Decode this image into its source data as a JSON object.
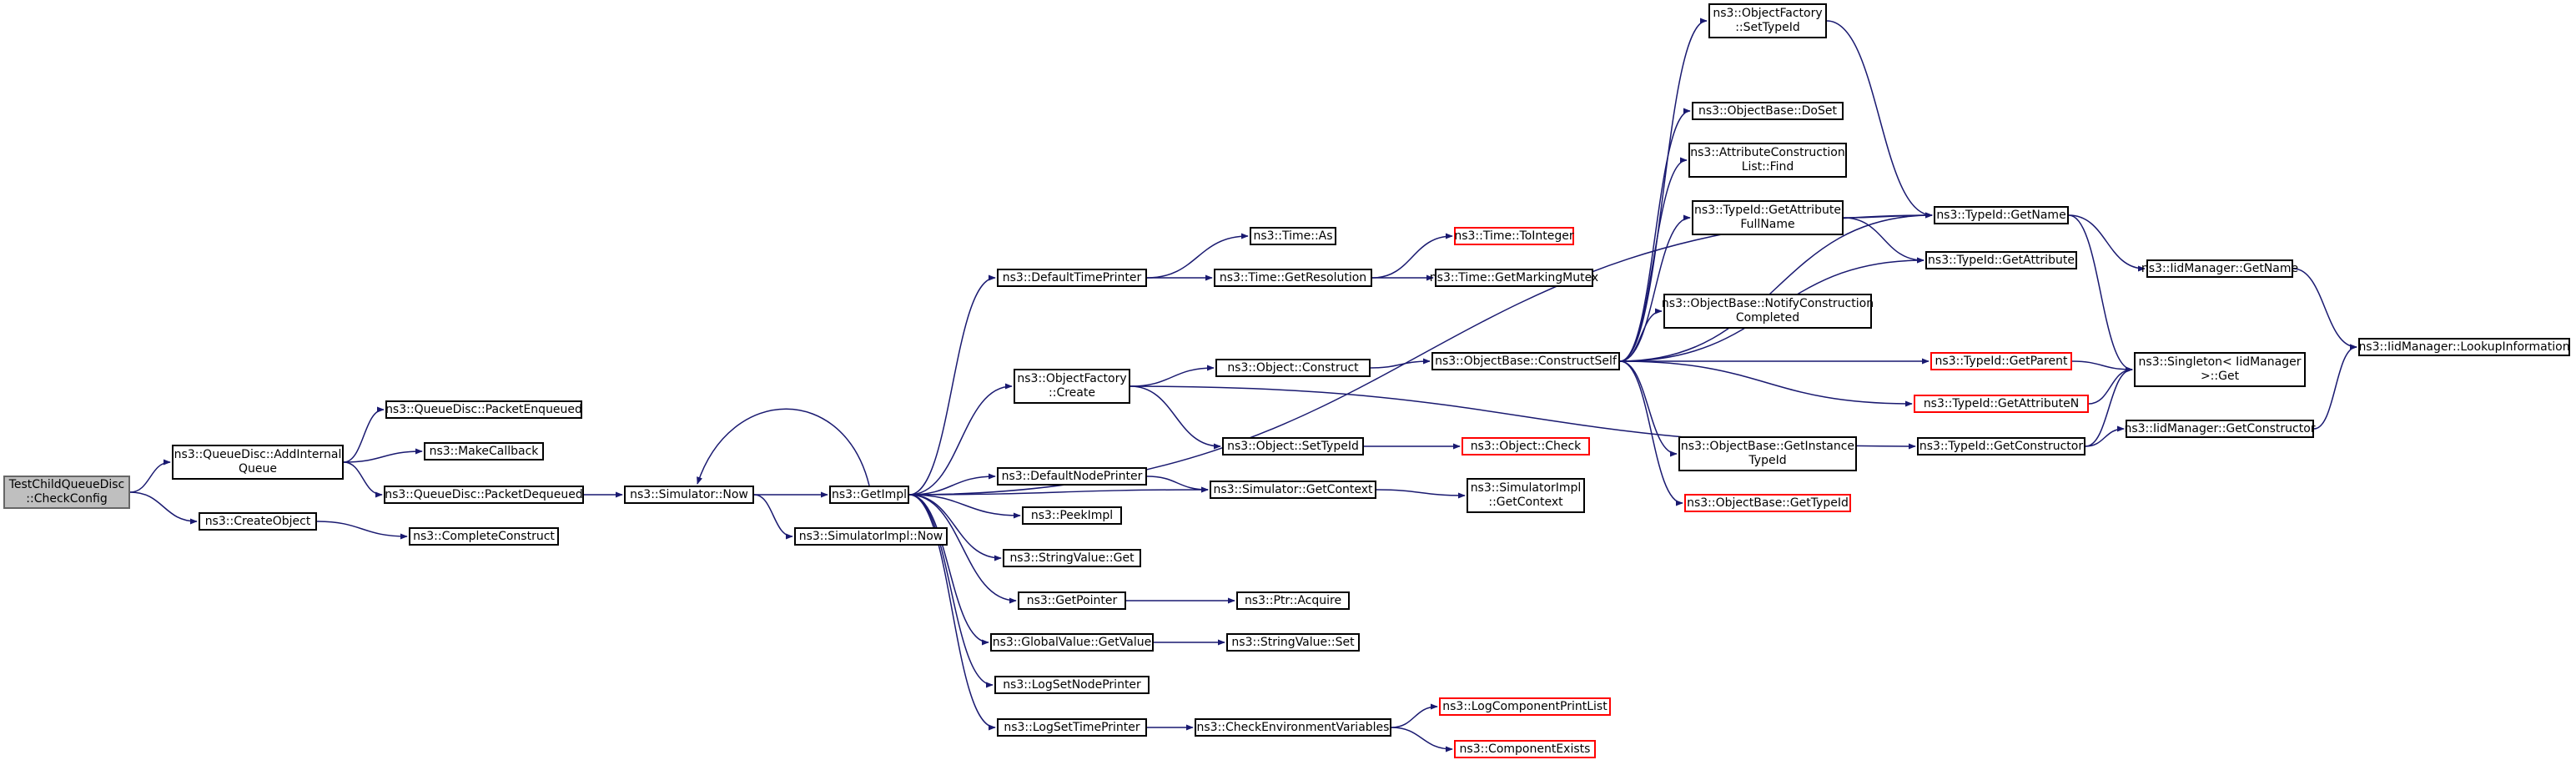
{
  "graph": {
    "title": "",
    "colors": {
      "edge": "#191970",
      "border": "#000000",
      "missing_border": "#ff0000",
      "root_fill": "#bfbfbf"
    },
    "nodes": {
      "root": {
        "lines": [
          "TestChildQueueDisc",
          "::CheckConfig"
        ],
        "style": "root"
      },
      "addInternal": {
        "lines": [
          "ns3::QueueDisc::AddInternal",
          "Queue"
        ]
      },
      "createObject": {
        "lines": [
          "ns3::CreateObject"
        ]
      },
      "pktEnq": {
        "lines": [
          "ns3::QueueDisc::PacketEnqueued"
        ]
      },
      "makeCallback": {
        "lines": [
          "ns3::MakeCallback"
        ]
      },
      "pktDeq": {
        "lines": [
          "ns3::QueueDisc::PacketDequeued"
        ]
      },
      "completeConstruct": {
        "lines": [
          "ns3::CompleteConstruct"
        ]
      },
      "simNow": {
        "lines": [
          "ns3::Simulator::Now"
        ]
      },
      "getImpl": {
        "lines": [
          "ns3::GetImpl"
        ]
      },
      "simImplNow": {
        "lines": [
          "ns3::SimulatorImpl::Now"
        ]
      },
      "defTimePrinter": {
        "lines": [
          "ns3::DefaultTimePrinter"
        ]
      },
      "objFactoryCreate": {
        "lines": [
          "ns3::ObjectFactory",
          "::Create"
        ]
      },
      "defNodePrinter": {
        "lines": [
          "ns3::DefaultNodePrinter"
        ]
      },
      "peekImpl": {
        "lines": [
          "ns3::PeekImpl"
        ]
      },
      "strValGet": {
        "lines": [
          "ns3::StringValue::Get"
        ]
      },
      "getPointer": {
        "lines": [
          "ns3::GetPointer"
        ]
      },
      "globalValGet": {
        "lines": [
          "ns3::GlobalValue::GetValue"
        ]
      },
      "logSetNode": {
        "lines": [
          "ns3::LogSetNodePrinter"
        ]
      },
      "logSetTime": {
        "lines": [
          "ns3::LogSetTimePrinter"
        ]
      },
      "timeAs": {
        "lines": [
          "ns3::Time::As"
        ]
      },
      "timeGetRes": {
        "lines": [
          "ns3::Time::GetResolution"
        ]
      },
      "objConstruct": {
        "lines": [
          "ns3::Object::Construct"
        ]
      },
      "objSetTypeId": {
        "lines": [
          "ns3::Object::SetTypeId"
        ]
      },
      "simGetContext": {
        "lines": [
          "ns3::Simulator::GetContext"
        ]
      },
      "ptrAcquire": {
        "lines": [
          "ns3::Ptr::Acquire"
        ]
      },
      "strValSet": {
        "lines": [
          "ns3::StringValue::Set"
        ]
      },
      "checkEnv": {
        "lines": [
          "ns3::CheckEnvironmentVariables"
        ]
      },
      "timeToInt": {
        "lines": [
          "ns3::Time::ToInteger"
        ],
        "style": "red"
      },
      "timeMutex": {
        "lines": [
          "ns3::Time::GetMarkingMutex"
        ]
      },
      "constructSelf": {
        "lines": [
          "ns3::ObjectBase::ConstructSelf"
        ]
      },
      "objCheck": {
        "lines": [
          "ns3::Object::Check"
        ],
        "style": "red"
      },
      "simImplGetCtx": {
        "lines": [
          "ns3::SimulatorImpl",
          "::GetContext"
        ]
      },
      "logCompPrint": {
        "lines": [
          "ns3::LogComponentPrintList"
        ],
        "style": "red"
      },
      "compExists": {
        "lines": [
          "ns3::ComponentExists"
        ],
        "style": "red"
      },
      "ofSetTypeId": {
        "lines": [
          "ns3::ObjectFactory",
          "::SetTypeId"
        ]
      },
      "doSet": {
        "lines": [
          "ns3::ObjectBase::DoSet"
        ]
      },
      "attrFind": {
        "lines": [
          "ns3::AttributeConstruction",
          "List::Find"
        ]
      },
      "getAttrFull": {
        "lines": [
          "ns3::TypeId::GetAttribute",
          "FullName"
        ]
      },
      "notifyCC": {
        "lines": [
          "ns3::ObjectBase::NotifyConstruction",
          "Completed"
        ]
      },
      "getInstTid": {
        "lines": [
          "ns3::ObjectBase::GetInstance",
          "TypeId"
        ]
      },
      "obGetTid": {
        "lines": [
          "ns3::ObjectBase::GetTypeId"
        ],
        "style": "red"
      },
      "tidGetName": {
        "lines": [
          "ns3::TypeId::GetName"
        ]
      },
      "tidGetAttr": {
        "lines": [
          "ns3::TypeId::GetAttribute"
        ]
      },
      "tidGetParent": {
        "lines": [
          "ns3::TypeId::GetParent"
        ],
        "style": "red"
      },
      "tidGetAttrN": {
        "lines": [
          "ns3::TypeId::GetAttributeN"
        ],
        "style": "red"
      },
      "tidGetCtor": {
        "lines": [
          "ns3::TypeId::GetConstructor"
        ]
      },
      "iidGetName": {
        "lines": [
          "ns3::IidManager::GetName"
        ]
      },
      "singletonGet": {
        "lines": [
          "ns3::Singleton< IidManager",
          " >::Get"
        ]
      },
      "iidGetCtor": {
        "lines": [
          "ns3::IidManager::GetConstructor"
        ]
      },
      "iidLookup": {
        "lines": [
          "ns3::IidManager::LookupInformation"
        ]
      }
    },
    "edges": [
      [
        "root",
        "addInternal"
      ],
      [
        "root",
        "createObject"
      ],
      [
        "addInternal",
        "pktEnq"
      ],
      [
        "addInternal",
        "makeCallback"
      ],
      [
        "addInternal",
        "pktDeq"
      ],
      [
        "createObject",
        "completeConstruct"
      ],
      [
        "pktDeq",
        "simNow"
      ],
      [
        "simNow",
        "getImpl"
      ],
      [
        "simNow",
        "simImplNow"
      ],
      [
        "getImpl",
        "defTimePrinter"
      ],
      [
        "getImpl",
        "objFactoryCreate"
      ],
      [
        "getImpl",
        "defNodePrinter"
      ],
      [
        "getImpl",
        "peekImpl"
      ],
      [
        "getImpl",
        "strValGet"
      ],
      [
        "getImpl",
        "getPointer"
      ],
      [
        "getImpl",
        "globalValGet"
      ],
      [
        "getImpl",
        "logSetNode"
      ],
      [
        "getImpl",
        "logSetTime"
      ],
      [
        "getImpl",
        "simGetContext"
      ],
      [
        "getImpl",
        "tidGetName"
      ],
      [
        "getImpl",
        "simNow"
      ],
      [
        "defTimePrinter",
        "timeAs"
      ],
      [
        "defTimePrinter",
        "timeGetRes"
      ],
      [
        "timeGetRes",
        "timeToInt"
      ],
      [
        "timeGetRes",
        "timeMutex"
      ],
      [
        "objFactoryCreate",
        "objConstruct"
      ],
      [
        "objFactoryCreate",
        "objSetTypeId"
      ],
      [
        "objFactoryCreate",
        "tidGetCtor"
      ],
      [
        "objConstruct",
        "constructSelf"
      ],
      [
        "objSetTypeId",
        "objCheck"
      ],
      [
        "defNodePrinter",
        "simGetContext"
      ],
      [
        "simGetContext",
        "simImplGetCtx"
      ],
      [
        "getPointer",
        "ptrAcquire"
      ],
      [
        "globalValGet",
        "strValSet"
      ],
      [
        "logSetTime",
        "checkEnv"
      ],
      [
        "checkEnv",
        "logCompPrint"
      ],
      [
        "checkEnv",
        "compExists"
      ],
      [
        "constructSelf",
        "ofSetTypeId"
      ],
      [
        "constructSelf",
        "doSet"
      ],
      [
        "constructSelf",
        "attrFind"
      ],
      [
        "constructSelf",
        "getAttrFull"
      ],
      [
        "constructSelf",
        "notifyCC"
      ],
      [
        "constructSelf",
        "getInstTid"
      ],
      [
        "constructSelf",
        "obGetTid"
      ],
      [
        "constructSelf",
        "tidGetAttr"
      ],
      [
        "constructSelf",
        "tidGetParent"
      ],
      [
        "constructSelf",
        "tidGetAttrN"
      ],
      [
        "constructSelf",
        "tidGetName"
      ],
      [
        "ofSetTypeId",
        "tidGetName"
      ],
      [
        "getAttrFull",
        "tidGetName"
      ],
      [
        "getAttrFull",
        "tidGetAttr"
      ],
      [
        "tidGetName",
        "iidGetName"
      ],
      [
        "tidGetName",
        "singletonGet"
      ],
      [
        "tidGetParent",
        "singletonGet"
      ],
      [
        "tidGetAttrN",
        "singletonGet"
      ],
      [
        "tidGetCtor",
        "iidGetCtor"
      ],
      [
        "tidGetCtor",
        "singletonGet"
      ],
      [
        "iidGetName",
        "iidLookup"
      ],
      [
        "iidGetCtor",
        "iidLookup"
      ]
    ]
  }
}
